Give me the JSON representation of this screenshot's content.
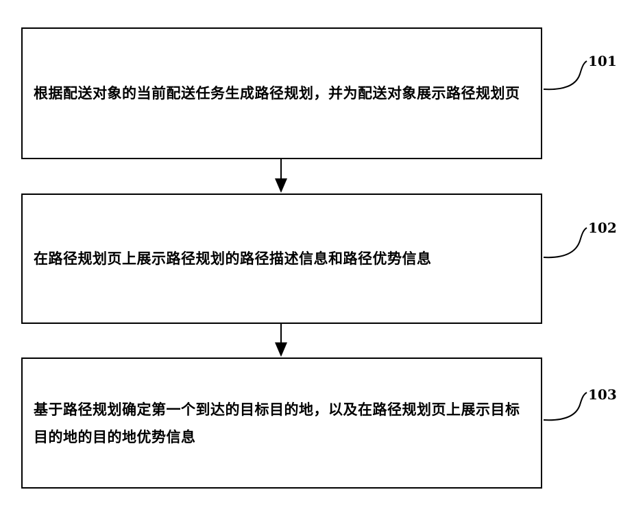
{
  "steps": [
    {
      "number": "101",
      "text": "根据配送对象的当前配送任务生成路径规划，并为配送对象展示路径规划页"
    },
    {
      "number": "102",
      "text": "在路径规划页上展示路径规划的路径描述信息和路径优势信息"
    },
    {
      "number": "103",
      "text": "基于路径规划确定第一个到达的目标目的地，以及在路径规划页上展示目标目的地的目的地优势信息"
    }
  ]
}
